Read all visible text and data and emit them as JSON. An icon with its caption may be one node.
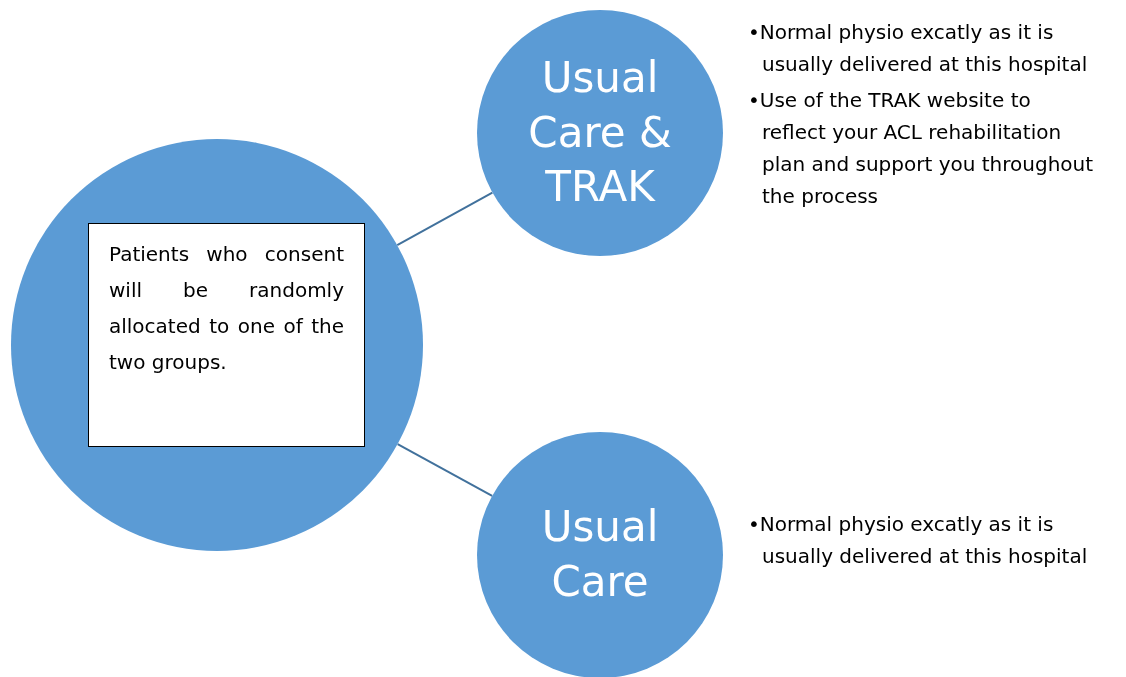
{
  "diagram": {
    "nodes": [
      {
        "text": [],
        "shape": "circle"
      },
      {
        "text": [
          "Patients who consent will be randomly allocated to one of the two groups."
        ],
        "in": 0
      },
      {
        "text": [
          "Usual Care & TRAK"
        ],
        "beside": [
          "•Normal physio excatly as it is usually delivered  at this hospital",
          "•Use of the TRAK website to reflect your ACL rehabilitation plan and support you throughout the process"
        ]
      },
      {
        "text": [
          "Usual Care"
        ],
        "beside": [
          "•Normal physio excatly as it is usually delivered  at this hospital"
        ]
      }
    ],
    "edges": [
      {
        "from": 0,
        "to": 2,
        "arrow": "none"
      },
      {
        "from": 0,
        "to": 3,
        "arrow": "none"
      }
    ]
  }
}
